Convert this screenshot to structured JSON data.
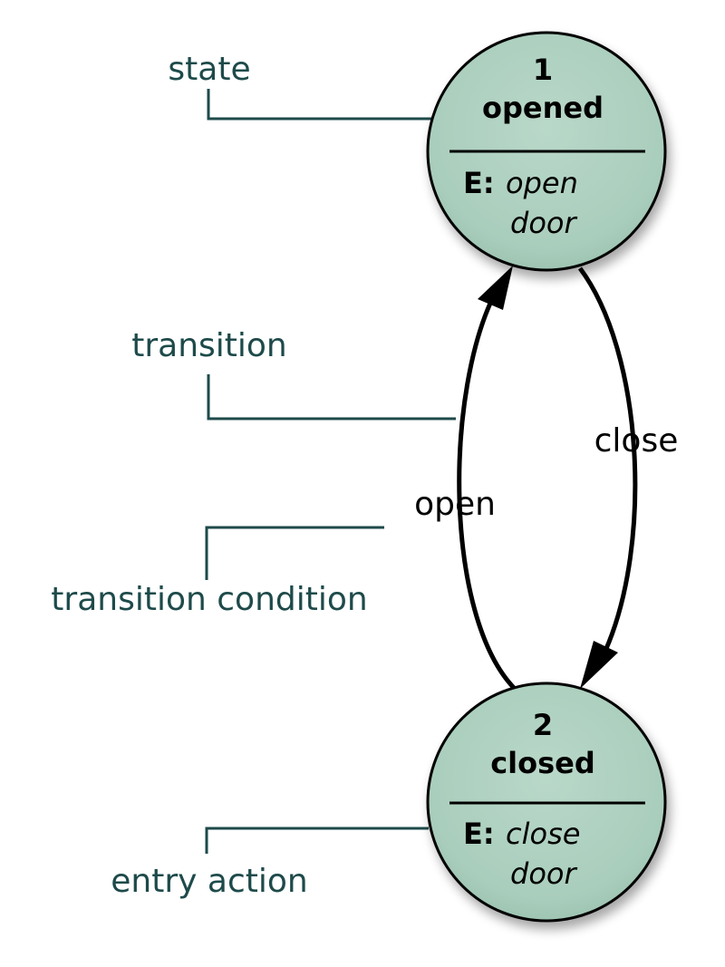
{
  "colors": {
    "state_fill": "#a9cdbc",
    "annotation": "#1e4a4a",
    "stroke": "#000000"
  },
  "annotations": {
    "state": "state",
    "transition": "transition",
    "transition_condition": "transition condition",
    "entry_action": "entry action"
  },
  "states": [
    {
      "number": "1",
      "name": "opened",
      "entry_prefix": "E:",
      "entry_line1": "open",
      "entry_line2": "door"
    },
    {
      "number": "2",
      "name": "closed",
      "entry_prefix": "E:",
      "entry_line1": "close",
      "entry_line2": "door"
    }
  ],
  "transitions": [
    {
      "from": "closed",
      "to": "opened",
      "label": "open"
    },
    {
      "from": "opened",
      "to": "closed",
      "label": "close"
    }
  ]
}
